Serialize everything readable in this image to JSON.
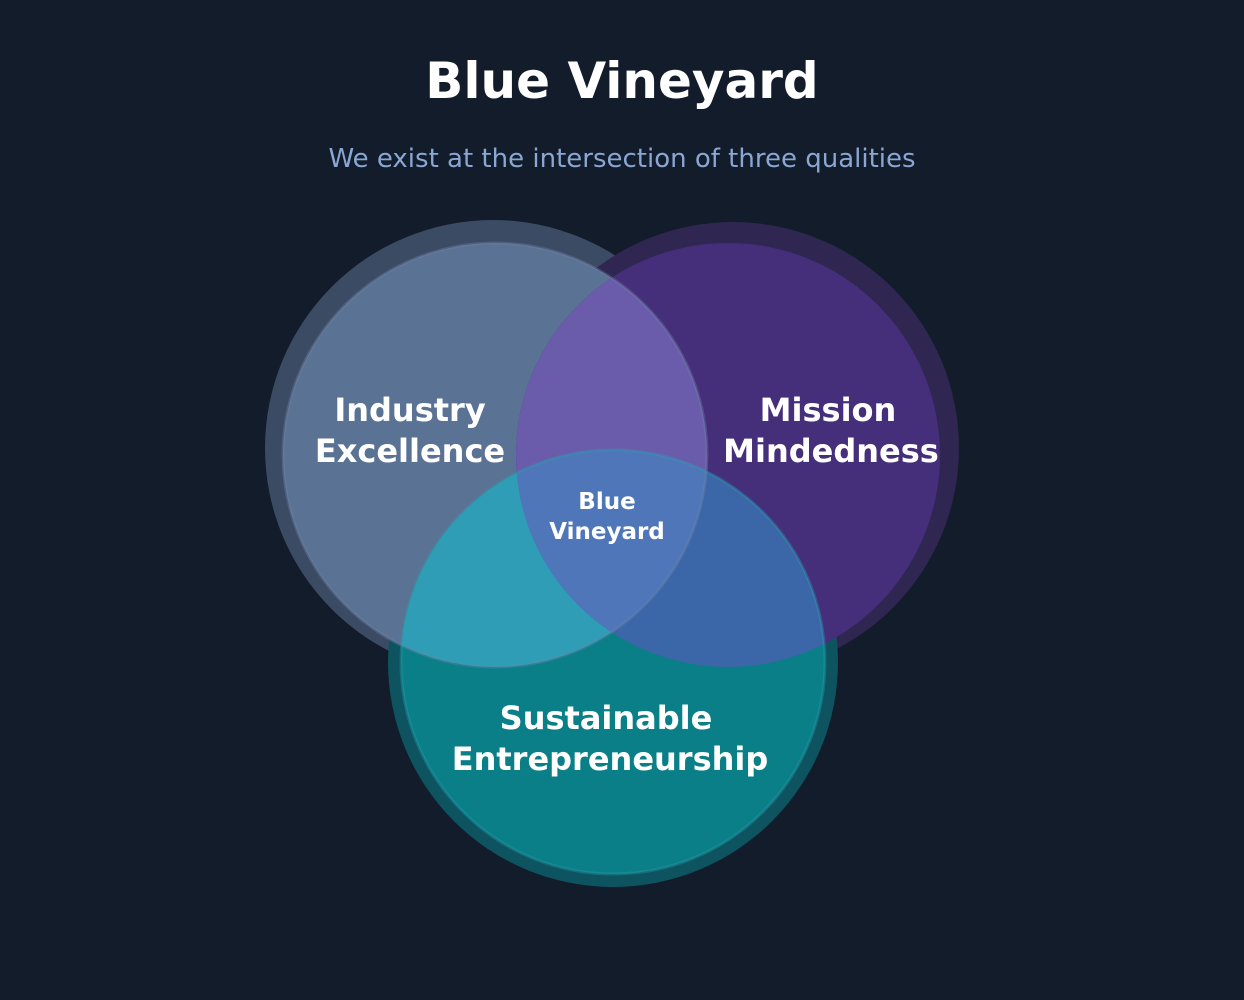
{
  "title": "Blue Vineyard",
  "subtitle": "We exist at the intersection of three qualities",
  "circles": [
    {
      "id": "industry",
      "line1": "Industry",
      "line2": "Excellence",
      "color": "#5a7294"
    },
    {
      "id": "mission",
      "line1": "Mission",
      "line2": "Mindedness",
      "color": "#452e7a"
    },
    {
      "id": "sustainable",
      "line1": "Sustainable",
      "line2": "Entrepreneurship",
      "color": "#0a7f88"
    }
  ],
  "center": {
    "line1": "Blue",
    "line2": "Vineyard"
  },
  "colors": {
    "background": "#131c2b",
    "subtitle": "#8aa6d3",
    "industry_mission_overlap": "#6a5caa",
    "industry_sustainable_overlap": "#2f9db5",
    "mission_sustainable_overlap": "#3b66a8",
    "center_overlap": "#4e76b8"
  }
}
